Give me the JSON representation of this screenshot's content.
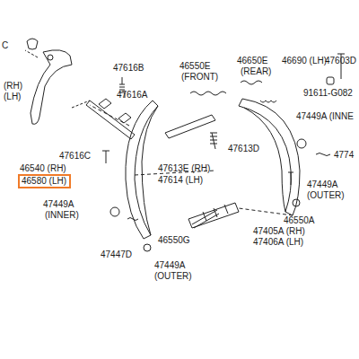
{
  "diagram": {
    "nodes": [
      {
        "text": [
          "46580 (LH)"
        ]
      }
    ],
    "labels": [
      "C",
      "47616B",
      "46550E",
      "(FRONT)",
      "46650E",
      "(REAR)",
      "46690 (LH)",
      "47603D",
      "91611-G082",
      "(RH)",
      "(LH)",
      "47616A",
      "47449A (INNE",
      "47613D",
      "4774",
      "47616C",
      "46540 (RH)",
      "47613E (RH)",
      "47614 (LH)",
      "47449A",
      "(OUTER)",
      "47449A",
      "(INNER)",
      "46550A",
      "47405A (RH)",
      "47406A (LH)",
      "46550G",
      "47447D",
      "47449A",
      "(OUTER)"
    ]
  }
}
